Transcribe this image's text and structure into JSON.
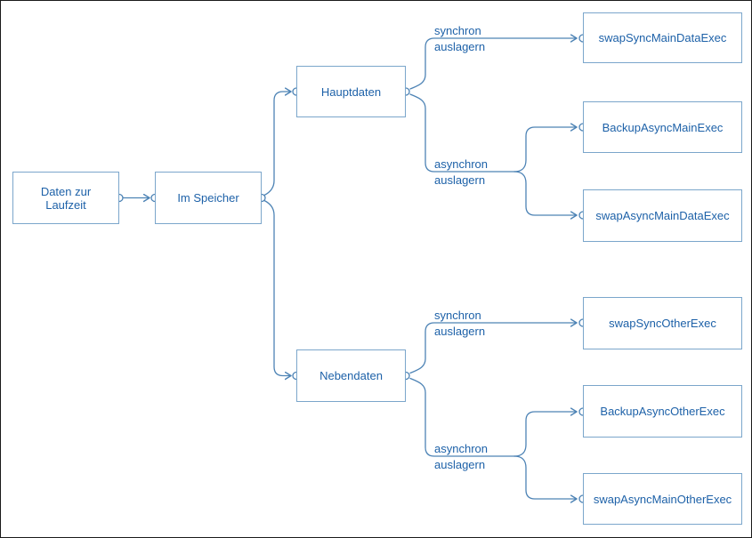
{
  "diagram": {
    "nodes": {
      "root": "Daten zur Laufzeit",
      "memory": "Im Speicher",
      "main": "Hauptdaten",
      "other": "Nebendaten",
      "swap_sync_main": "swapSyncMainDataExec",
      "backup_async_main": "BackupAsyncMainExec",
      "swap_async_main": "swapAsyncMainDataExec",
      "swap_sync_other": "swapSyncOtherExec",
      "backup_async_other": "BackupAsyncOtherExec",
      "swap_async_other": "swapAsyncMainOtherExec"
    },
    "edge_labels": {
      "main_sync": [
        "synchron",
        "auslagern"
      ],
      "main_async": [
        "asynchron",
        "auslagern"
      ],
      "other_sync": [
        "synchron",
        "auslagern"
      ],
      "other_async": [
        "asynchron",
        "auslagern"
      ]
    },
    "colors": {
      "node_border": "#7ba6cb",
      "node_text": "#1d61a8",
      "connector_line": "#4d83b5",
      "background": "#ffffff",
      "outer_border": "#1a1a1a"
    }
  }
}
